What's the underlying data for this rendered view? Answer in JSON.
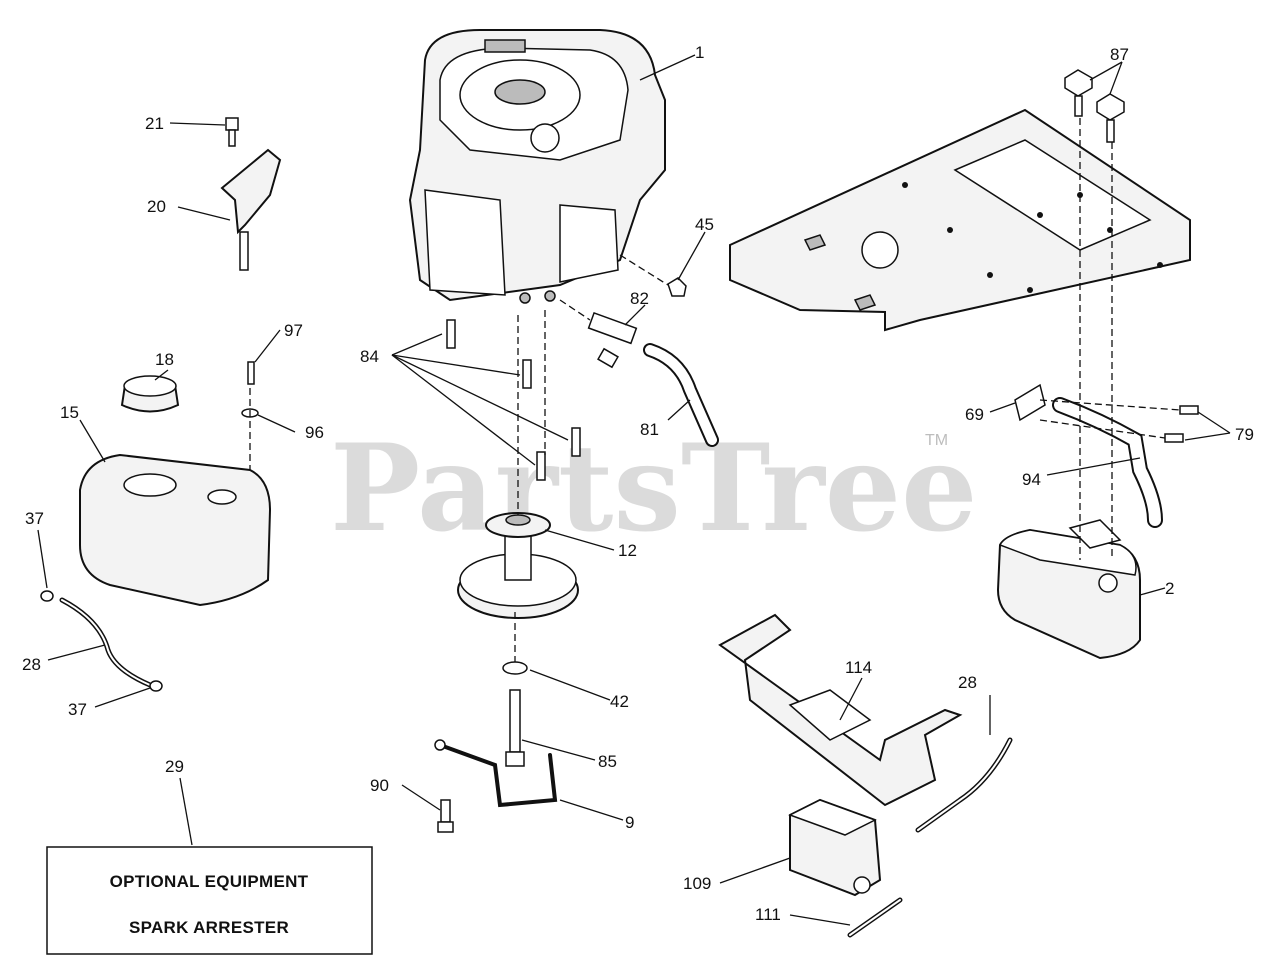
{
  "watermark": {
    "brand": "PartsTree",
    "mark": "TM"
  },
  "optional_equipment": {
    "heading": "OPTIONAL EQUIPMENT",
    "item": "SPARK ARRESTER"
  },
  "callouts": {
    "c1": "1",
    "c2": "2",
    "c9": "9",
    "c12": "12",
    "c15": "15",
    "c18": "18",
    "c20": "20",
    "c21": "21",
    "c28a": "28",
    "c28b": "28",
    "c29": "29",
    "c37a": "37",
    "c37b": "37",
    "c42": "42",
    "c45": "45",
    "c69": "69",
    "c79": "79",
    "c81": "81",
    "c82": "82",
    "c84": "84",
    "c85": "85",
    "c87": "87",
    "c90": "90",
    "c94": "94",
    "c96": "96",
    "c97": "97",
    "c109": "109",
    "c111": "111",
    "c114": "114"
  }
}
